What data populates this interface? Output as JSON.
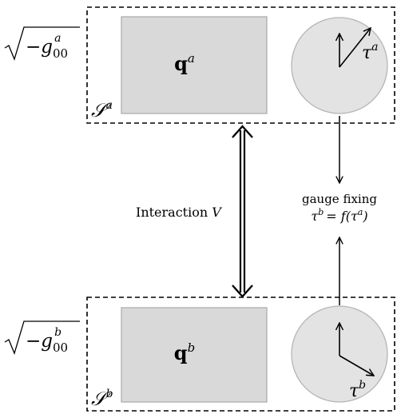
{
  "system_a": {
    "sqrt_label": "√−g₀₀ᵃ",
    "radicand": "−g",
    "radicand_sub": "00",
    "radicand_sup": "a",
    "state_var": "q",
    "state_sup": "a",
    "frame_label": "𝒮",
    "frame_sup": "a",
    "clock_var": "τ",
    "clock_sup": "a"
  },
  "system_b": {
    "sqrt_label": "√−g₀₀ᵇ",
    "radicand": "−g",
    "radicand_sub": "00",
    "radicand_sup": "b",
    "state_var": "q",
    "state_sup": "b",
    "frame_label": "𝒮",
    "frame_sup": "b",
    "clock_var": "τ",
    "clock_sup": "b"
  },
  "interaction": {
    "text": "Interaction",
    "symbol": "V"
  },
  "gauge": {
    "line1": "gauge fixing",
    "lhs": "τ",
    "lhs_sup": "b",
    "rhs": "= f(τ",
    "rhs_sup": "a",
    "rhs_close": ")"
  },
  "colors": {
    "box_fill": "#d9d9d9",
    "box_stroke": "#a8a8a8",
    "clock_fill": "#e3e3e3",
    "clock_stroke": "#b5b5b5",
    "ink": "#000000"
  }
}
